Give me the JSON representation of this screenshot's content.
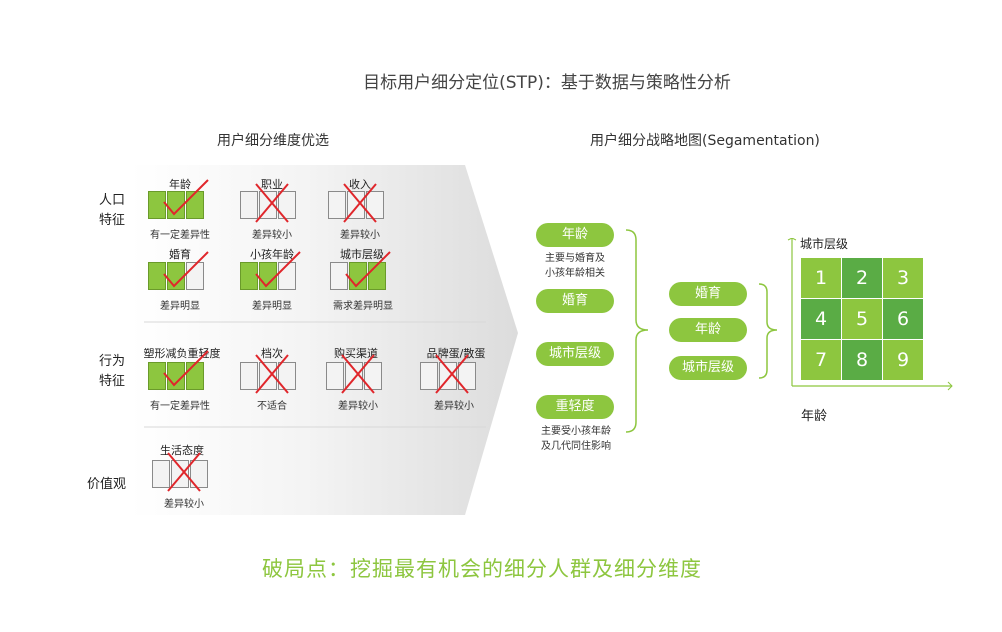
{
  "title": "目标用户细分定位(STP)：基于数据与策略性分析",
  "left_heading": "用户细分维度优选",
  "right_heading": "用户细分战略地图(Segamentation)",
  "categories": {
    "demographic": "人口\n特征",
    "behavior": "行为\n特征",
    "values": "价值观"
  },
  "dimensions": {
    "age": {
      "label": "年龄",
      "note": "有一定差异性"
    },
    "job": {
      "label": "职业",
      "note": "差异较小"
    },
    "income": {
      "label": "收入",
      "note": "差异较小"
    },
    "marriage": {
      "label": "婚育",
      "note": "差异明显"
    },
    "child_age": {
      "label": "小孩年龄",
      "note": "差异明显"
    },
    "city": {
      "label": "城市层级",
      "note": "需求差异明显"
    },
    "weight": {
      "label": "塑形减负重轻度",
      "note": "有一定差异性"
    },
    "grade": {
      "label": "档次",
      "note": "不适合"
    },
    "channel": {
      "label": "购买渠道",
      "note": "差异较小"
    },
    "brand": {
      "label": "品牌蛋/散蛋",
      "note": "差异较小"
    },
    "lifestyle": {
      "label": "生活态度",
      "note": "差异较小"
    }
  },
  "map": {
    "pills_left": [
      "年龄",
      "婚育",
      "城市层级",
      "重轻度"
    ],
    "note_age": "主要与婚育及\n小孩年龄相关",
    "note_weight": "主要受小孩年龄\n及几代同住影响",
    "pills_mid": [
      "婚育",
      "年龄",
      "城市层级"
    ],
    "y_axis": "城市层级",
    "x_axis": "年龄",
    "grid": [
      "1",
      "2",
      "3",
      "4",
      "5",
      "6",
      "7",
      "8",
      "9"
    ],
    "colors": {
      "light": "#8dc63f",
      "dark": "#5aac45"
    }
  },
  "conclusion": "破局点：挖掘最有机会的细分人群及细分维度"
}
